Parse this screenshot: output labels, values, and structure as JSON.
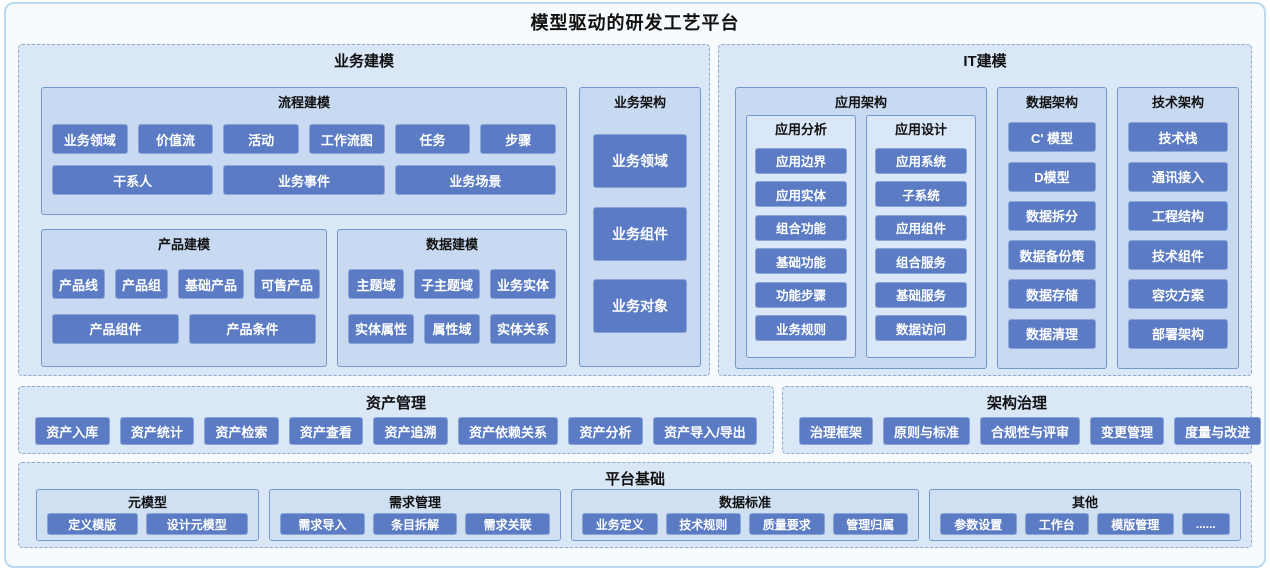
{
  "page": {
    "title": "模型驱动的研发工艺平台"
  },
  "colors": {
    "block": "#5b7cc4",
    "block_border": "#8ba4d8",
    "section_bg": "#d9e7f7",
    "group_bg": "#c7daf1",
    "col_bg": "#d9e7f8",
    "frame_border": "#badaf1"
  },
  "business_modeling": {
    "title": "业务建模",
    "process": {
      "title": "流程建模",
      "row1": [
        "业务领域",
        "价值流",
        "活动",
        "工作流图",
        "任务",
        "步骤"
      ],
      "row2": [
        "干系人",
        "业务事件",
        "业务场景"
      ]
    },
    "product": {
      "title": "产品建模",
      "row1": [
        "产品线",
        "产品组",
        "基础产品",
        "可售产品"
      ],
      "row2": [
        "产品组件",
        "产品条件"
      ]
    },
    "data": {
      "title": "数据建模",
      "row1": [
        "主题域",
        "子主题域",
        "业务实体"
      ],
      "row2": [
        "实体属性",
        "属性域",
        "实体关系"
      ]
    },
    "business_architecture": {
      "title": "业务架构",
      "items": [
        "业务领域",
        "业务组件",
        "业务对象"
      ]
    }
  },
  "it_modeling": {
    "title": "IT建模",
    "application_architecture": {
      "title": "应用架构",
      "analysis": {
        "title": "应用分析",
        "items": [
          "应用边界",
          "应用实体",
          "组合功能",
          "基础功能",
          "功能步骤",
          "业务规则"
        ]
      },
      "design": {
        "title": "应用设计",
        "items": [
          "应用系统",
          "子系统",
          "应用组件",
          "组合服务",
          "基础服务",
          "数据访问"
        ]
      }
    },
    "data_architecture": {
      "title": "数据架构",
      "items": [
        "C' 模型",
        "D模型",
        "数据拆分",
        "数据备份策",
        "数据存储",
        "数据清理"
      ]
    },
    "technology_architecture": {
      "title": "技术架构",
      "items": [
        "技术栈",
        "通讯接入",
        "工程结构",
        "技术组件",
        "容灾方案",
        "部署架构"
      ]
    }
  },
  "asset_management": {
    "title": "资产管理",
    "items": [
      "资产入库",
      "资产统计",
      "资产检索",
      "资产查看",
      "资产追溯",
      "资产依赖关系",
      "资产分析",
      "资产导入/导出"
    ]
  },
  "architecture_governance": {
    "title": "架构治理",
    "items": [
      "治理框架",
      "原则与标准",
      "合规性与评审",
      "变更管理",
      "度量与改进"
    ]
  },
  "platform_foundation": {
    "title": "平台基础",
    "meta_model": {
      "title": "元模型",
      "items": [
        "定义模版",
        "设计元模型"
      ]
    },
    "requirement_management": {
      "title": "需求管理",
      "items": [
        "需求导入",
        "条目拆解",
        "需求关联"
      ]
    },
    "data_standard": {
      "title": "数据标准",
      "items": [
        "业务定义",
        "技术规则",
        "质量要求",
        "管理归属"
      ]
    },
    "others": {
      "title": "其他",
      "items": [
        "参数设置",
        "工作台",
        "模版管理",
        "......"
      ]
    }
  }
}
